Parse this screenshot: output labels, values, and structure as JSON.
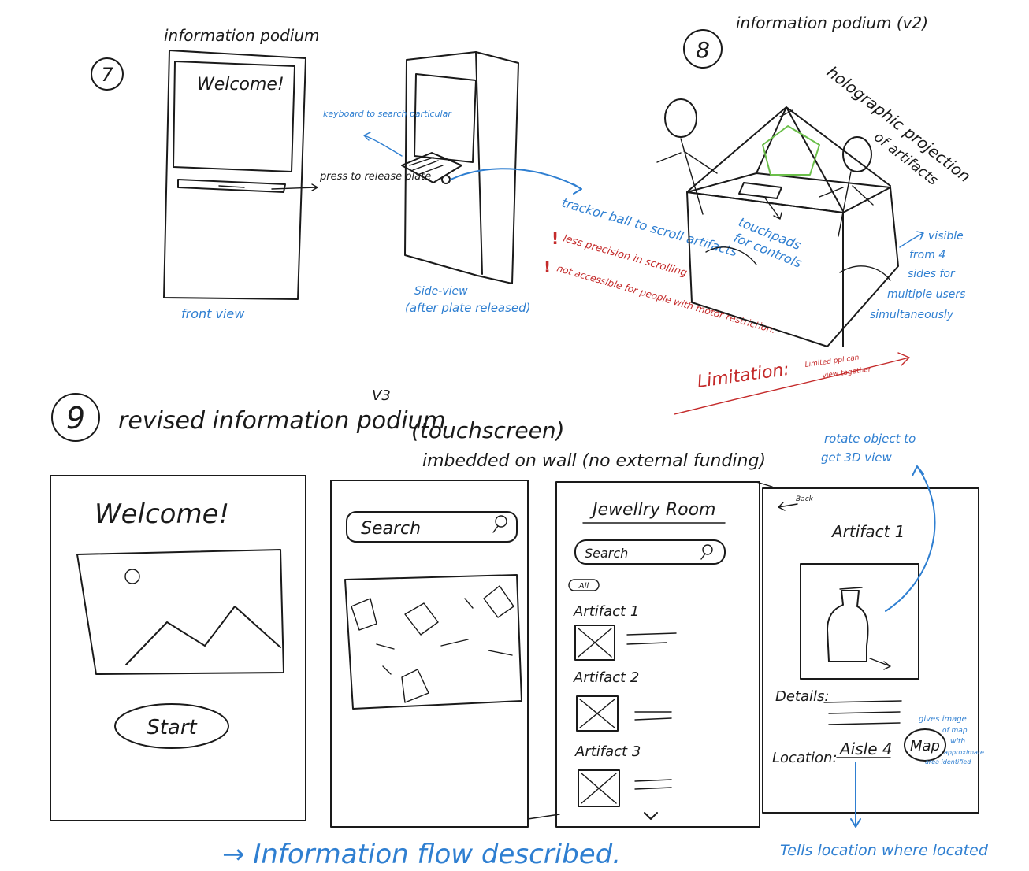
{
  "sketch7": {
    "number": "7",
    "title": "information podium",
    "screen_text": "Welcome!",
    "front_caption": "front view",
    "keyboard_note": "keyboard to search particular",
    "press_note": "press to release plate",
    "trackball_note": "trackor ball to scroll artifacts",
    "issue_1": "less precision in scrolling",
    "issue_2": "not accessible for people with motor restriction.",
    "side_caption_1": "Side-view",
    "side_caption_2": "(after plate released)"
  },
  "sketch8": {
    "number": "8",
    "title": "information podium (v2)",
    "holo_note_1": "holographic projection",
    "holo_note_2": "of artifacts",
    "touchpad_note_1": "touchpads",
    "touchpad_note_2": "for controls",
    "visible_1": "visible",
    "visible_2": "from 4",
    "visible_3": "sides for",
    "visible_4": "multiple users",
    "visible_5": "simultaneously",
    "limitation_label": "Limitation:",
    "limitation_text_1": "Limited ppl can",
    "limitation_text_2": "view together"
  },
  "sketch9": {
    "number": "9",
    "title": "revised information podium",
    "version": "V3",
    "subtitle": "(touchscreen)",
    "subtitle_2": "imbedded on wall (no external funding)",
    "rotate_note_1": "rotate object to",
    "rotate_note_2": "get 3D view",
    "flow_note": "→ Information flow described.",
    "location_note": "Tells location where located",
    "map_note_1": "gives image",
    "map_note_2": "of map",
    "map_note_3": "with",
    "map_note_4": "approximate",
    "map_note_5": "area identified"
  },
  "screen1": {
    "welcome": "Welcome!",
    "start": "Start"
  },
  "screen2": {
    "search": "Search"
  },
  "screen3": {
    "room": "Jewellry Room",
    "search": "Search",
    "filter": "All",
    "items": [
      {
        "label": "Artifact 1"
      },
      {
        "label": "Artifact 2"
      },
      {
        "label": "Artifact 3"
      }
    ]
  },
  "screen4": {
    "back": "Back",
    "title": "Artifact 1",
    "details_label": "Details:",
    "location_label": "Location:",
    "location_value": "Aisle 4",
    "map_button": "Map"
  }
}
